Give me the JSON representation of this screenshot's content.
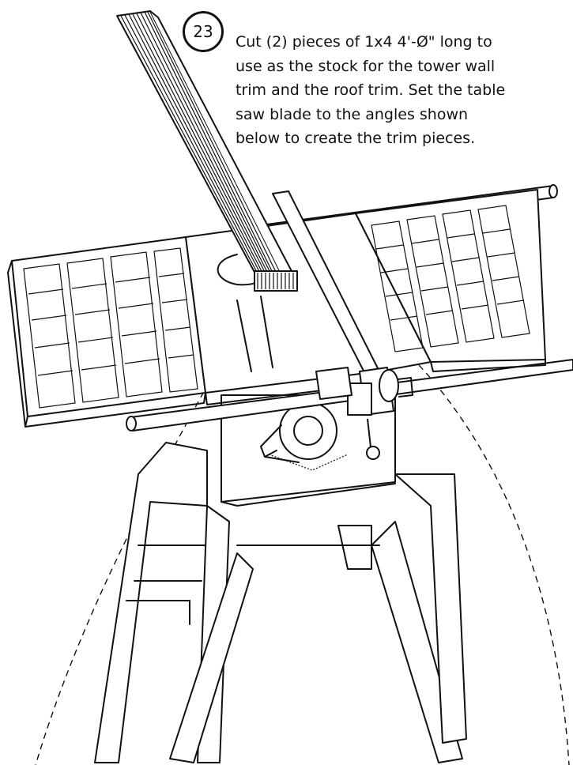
{
  "step": {
    "number": "23",
    "lines": [
      "Cut (2) pieces of 1x4 4'-Ø\" long to",
      "use as the stock for the tower wall",
      "trim and the roof trim. Set the table",
      "saw blade to the angles shown",
      "below to create the trim pieces."
    ]
  },
  "illustration": {
    "subject": "table-saw-with-board",
    "style": "black line art"
  }
}
